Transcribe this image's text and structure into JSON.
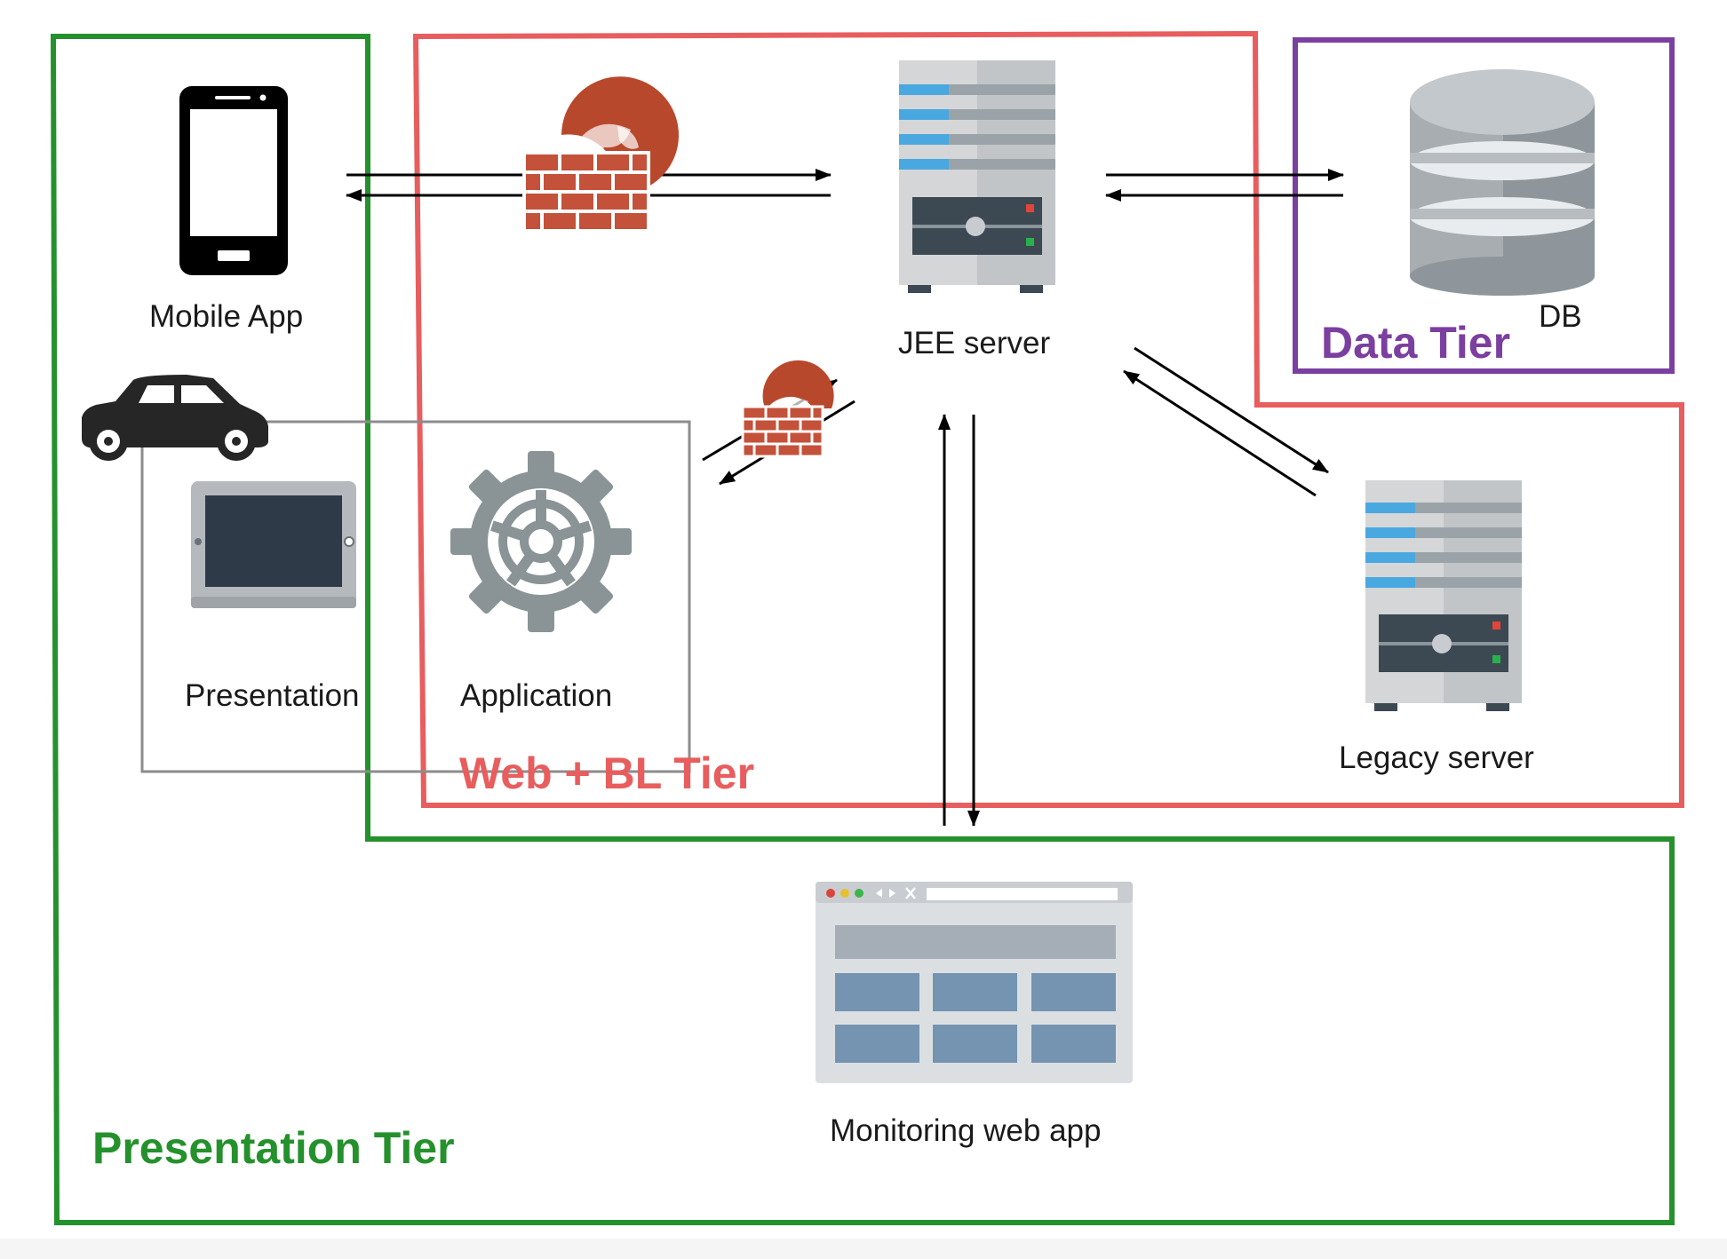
{
  "tiers": {
    "presentation": {
      "label": "Presentation Tier",
      "color": "#25912d"
    },
    "web_bl": {
      "label": "Web + BL Tier",
      "color": "#e85d5d"
    },
    "data": {
      "label": "Data Tier",
      "color": "#7b3fa0"
    }
  },
  "nodes": {
    "mobile_app": {
      "label": "Mobile App",
      "icon": "smartphone-icon"
    },
    "jee_server": {
      "label": "JEE server",
      "icon": "server-icon"
    },
    "db": {
      "label": "DB",
      "icon": "database-icon"
    },
    "legacy_server": {
      "label": "Legacy server",
      "icon": "server-icon"
    },
    "presentation": {
      "label": "Presentation",
      "icon": "tablet-icon"
    },
    "application": {
      "label": "Application",
      "icon": "gear-icon"
    },
    "monitoring": {
      "label": "Monitoring web app",
      "icon": "browser-window-icon"
    },
    "car": {
      "icon": "car-icon"
    }
  },
  "decor": {
    "firewall_icon": "firewall-icon"
  }
}
